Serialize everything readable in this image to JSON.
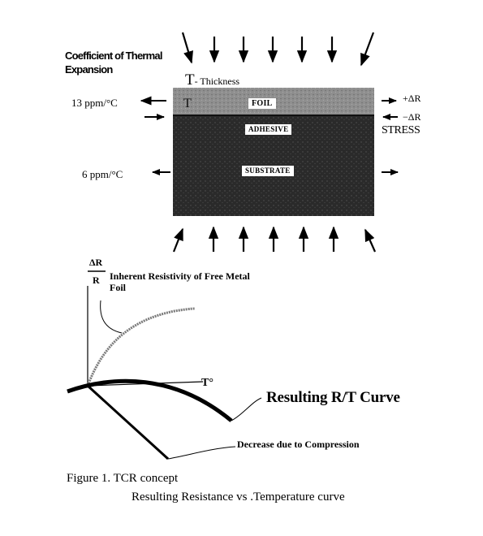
{
  "top": {
    "cte_label": "Coefficient of Thermal Expansion",
    "thickness_symbol": "T",
    "thickness_label": "- Thickness",
    "foil_cte": "13 ppm/°C",
    "substrate_cte": "6 ppm/°C",
    "plus_delta_r": "+ΔR",
    "minus_delta_r": "−ΔR",
    "stress_label": "STRESS",
    "thickness_inner_symbol": "T",
    "layers": {
      "foil": "FOIL",
      "adhesive": "ADHESIVE",
      "substrate": "SUBSTRATE"
    }
  },
  "graph": {
    "y_label_top": "ΔR",
    "y_label_bottom": "R",
    "x_label": "T°",
    "inherent_label": "Inherent Resistivity of Free Metal Foil",
    "resulting_label": "Resulting R/T Curve",
    "decrease_label": "Decrease due to Compression"
  },
  "caption": {
    "line1": "Figure 1. TCR concept",
    "line2": "Resulting Resistance vs .Temperature curve"
  },
  "colors": {
    "foil_layer": "#8f8f8f",
    "body_layers": "#2a2a2a",
    "ink": "#000000",
    "inherent_curve": "#7a7a7a"
  }
}
